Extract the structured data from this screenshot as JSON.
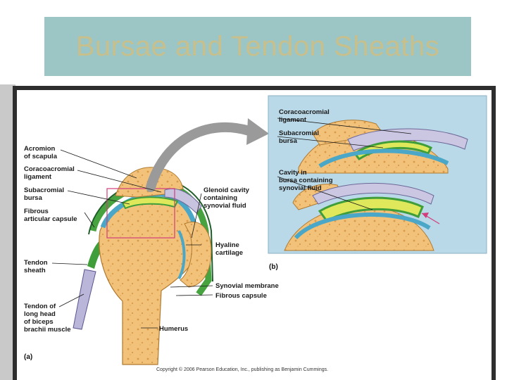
{
  "slide": {
    "title": "Bursae and Tendon Sheaths"
  },
  "figure": {
    "panel_a": "(a)",
    "panel_b": "(b)",
    "copyright": "Copyright © 2006 Pearson Education, Inc., publishing as Benjamin Cummings.",
    "labels_a_left": [
      "Acromion\nof scapula",
      "Coracoacromial\nligament",
      "Subacromial\nbursa",
      "Fibrous\narticular capsule",
      "Tendon\nsheath",
      "Tendon of\nlong head\nof biceps\nbrachii muscle"
    ],
    "labels_a_right": [
      "Glenoid cavity\ncontaining\nsynovial fluid",
      "Hyaline\ncartilage",
      "Synovial membrane",
      "Fibrous capsule",
      "Humerus"
    ],
    "labels_b": [
      "Coracoacromial\nligament",
      "Subacromial\nbursa",
      "Cavity in\nbursa containing\nsynovial fluid"
    ]
  }
}
